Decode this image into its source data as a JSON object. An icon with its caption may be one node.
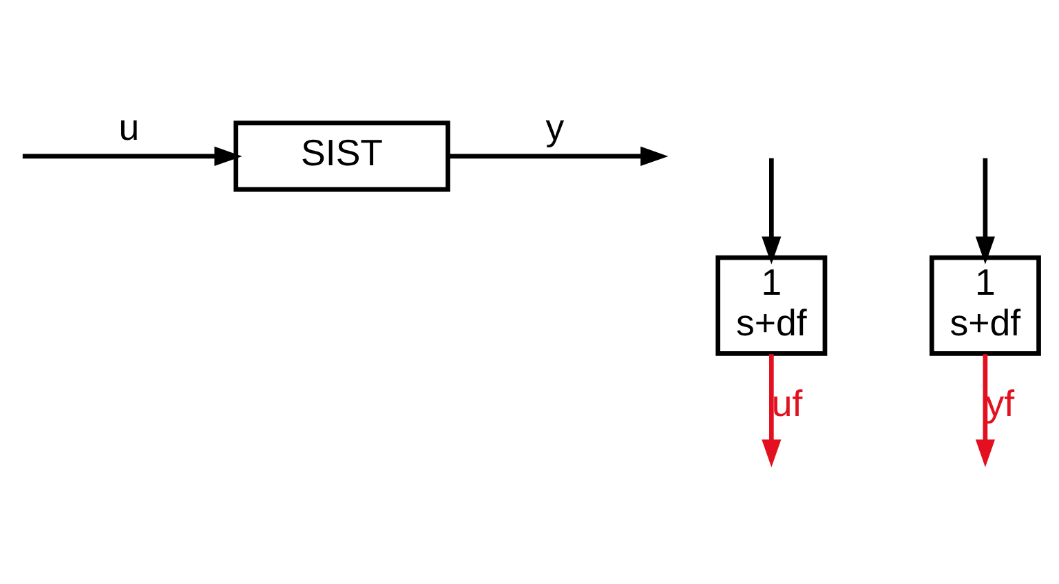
{
  "diagram": {
    "nodes": [
      {
        "text": [
          "SIST"
        ]
      },
      {
        "text": [
          "1",
          "s+df"
        ]
      },
      {
        "text": [
          "1",
          "s+df"
        ]
      }
    ],
    "edges": [
      {
        "from": null,
        "to": 0,
        "arrow": "to",
        "label": "u"
      },
      {
        "from": 0,
        "to": null,
        "arrow": "to",
        "label": "y"
      },
      {
        "from": 1,
        "to": null,
        "arrow": "to",
        "label": "uf",
        "color": "#e3101f"
      },
      {
        "from": 2,
        "to": null,
        "arrow": "to",
        "label": "yf",
        "color": "#e3101f"
      },
      {
        "from": null,
        "to": 1,
        "arrow": "to"
      },
      {
        "from": null,
        "to": 2,
        "arrow": "to"
      }
    ]
  }
}
